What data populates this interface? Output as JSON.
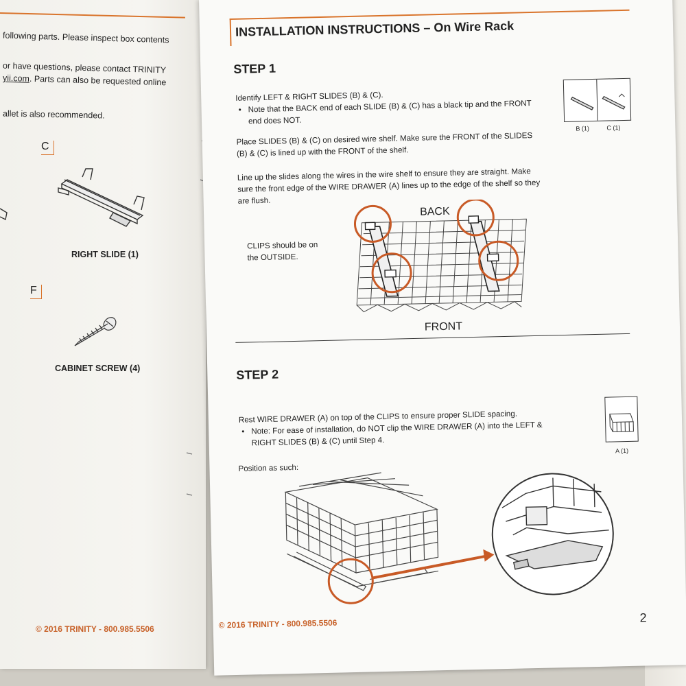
{
  "left_page": {
    "lines": {
      "parts": "following parts. Please inspect box contents",
      "questions": "or have questions, please contact TRINITY",
      "url": "yii.com",
      "url_rest": ". Parts can also be requested online",
      "mallet": "allet is also recommended."
    },
    "part_c": {
      "letter": "C",
      "label": "RIGHT SLIDE (1)"
    },
    "part_f": {
      "letter": "F",
      "label": "CABINET SCREW (4)"
    },
    "footer": "© 2016 TRINITY - 800.985.5506"
  },
  "right_page": {
    "title": "INSTALLATION INSTRUCTIONS – On Wire Rack",
    "step1": {
      "heading": "STEP 1",
      "p1": "Identify LEFT & RIGHT SLIDES (B) & (C).",
      "p1_bullet": "Note that the BACK end of each SLIDE (B) & (C) has a black tip and the FRONT end does NOT.",
      "p2": "Place SLIDES (B) & (C) on desired wire shelf. Make sure the FRONT of the SLIDES (B) & (C) is lined up with the FRONT of the shelf.",
      "p3": "Line up the slides along the wires in the wire shelf to ensure they are straight. Make sure the front edge of the WIRE DRAWER (A) lines up to the edge of the shelf so they are flush.",
      "callout": "CLIPS should be on the OUTSIDE.",
      "diagram_back": "BACK",
      "diagram_front": "FRONT",
      "thumb_b": "B (1)",
      "thumb_c": "C (1)"
    },
    "step2": {
      "heading": "STEP 2",
      "p1": "Rest WIRE DRAWER (A) on top of the CLIPS to ensure proper SLIDE spacing.",
      "p1_bullet": "Note: For ease of installation, do NOT clip the WIRE DRAWER (A) into the LEFT & RIGHT SLIDES (B) & (C) until Step 4.",
      "p2": "Position as such:",
      "thumb_a": "A (1)"
    },
    "footer": "© 2016 TRINITY - 800.985.5506",
    "page_number": "2"
  },
  "colors": {
    "accent": "#d9742c",
    "footer_text": "#c8622a",
    "ink": "#222222"
  }
}
